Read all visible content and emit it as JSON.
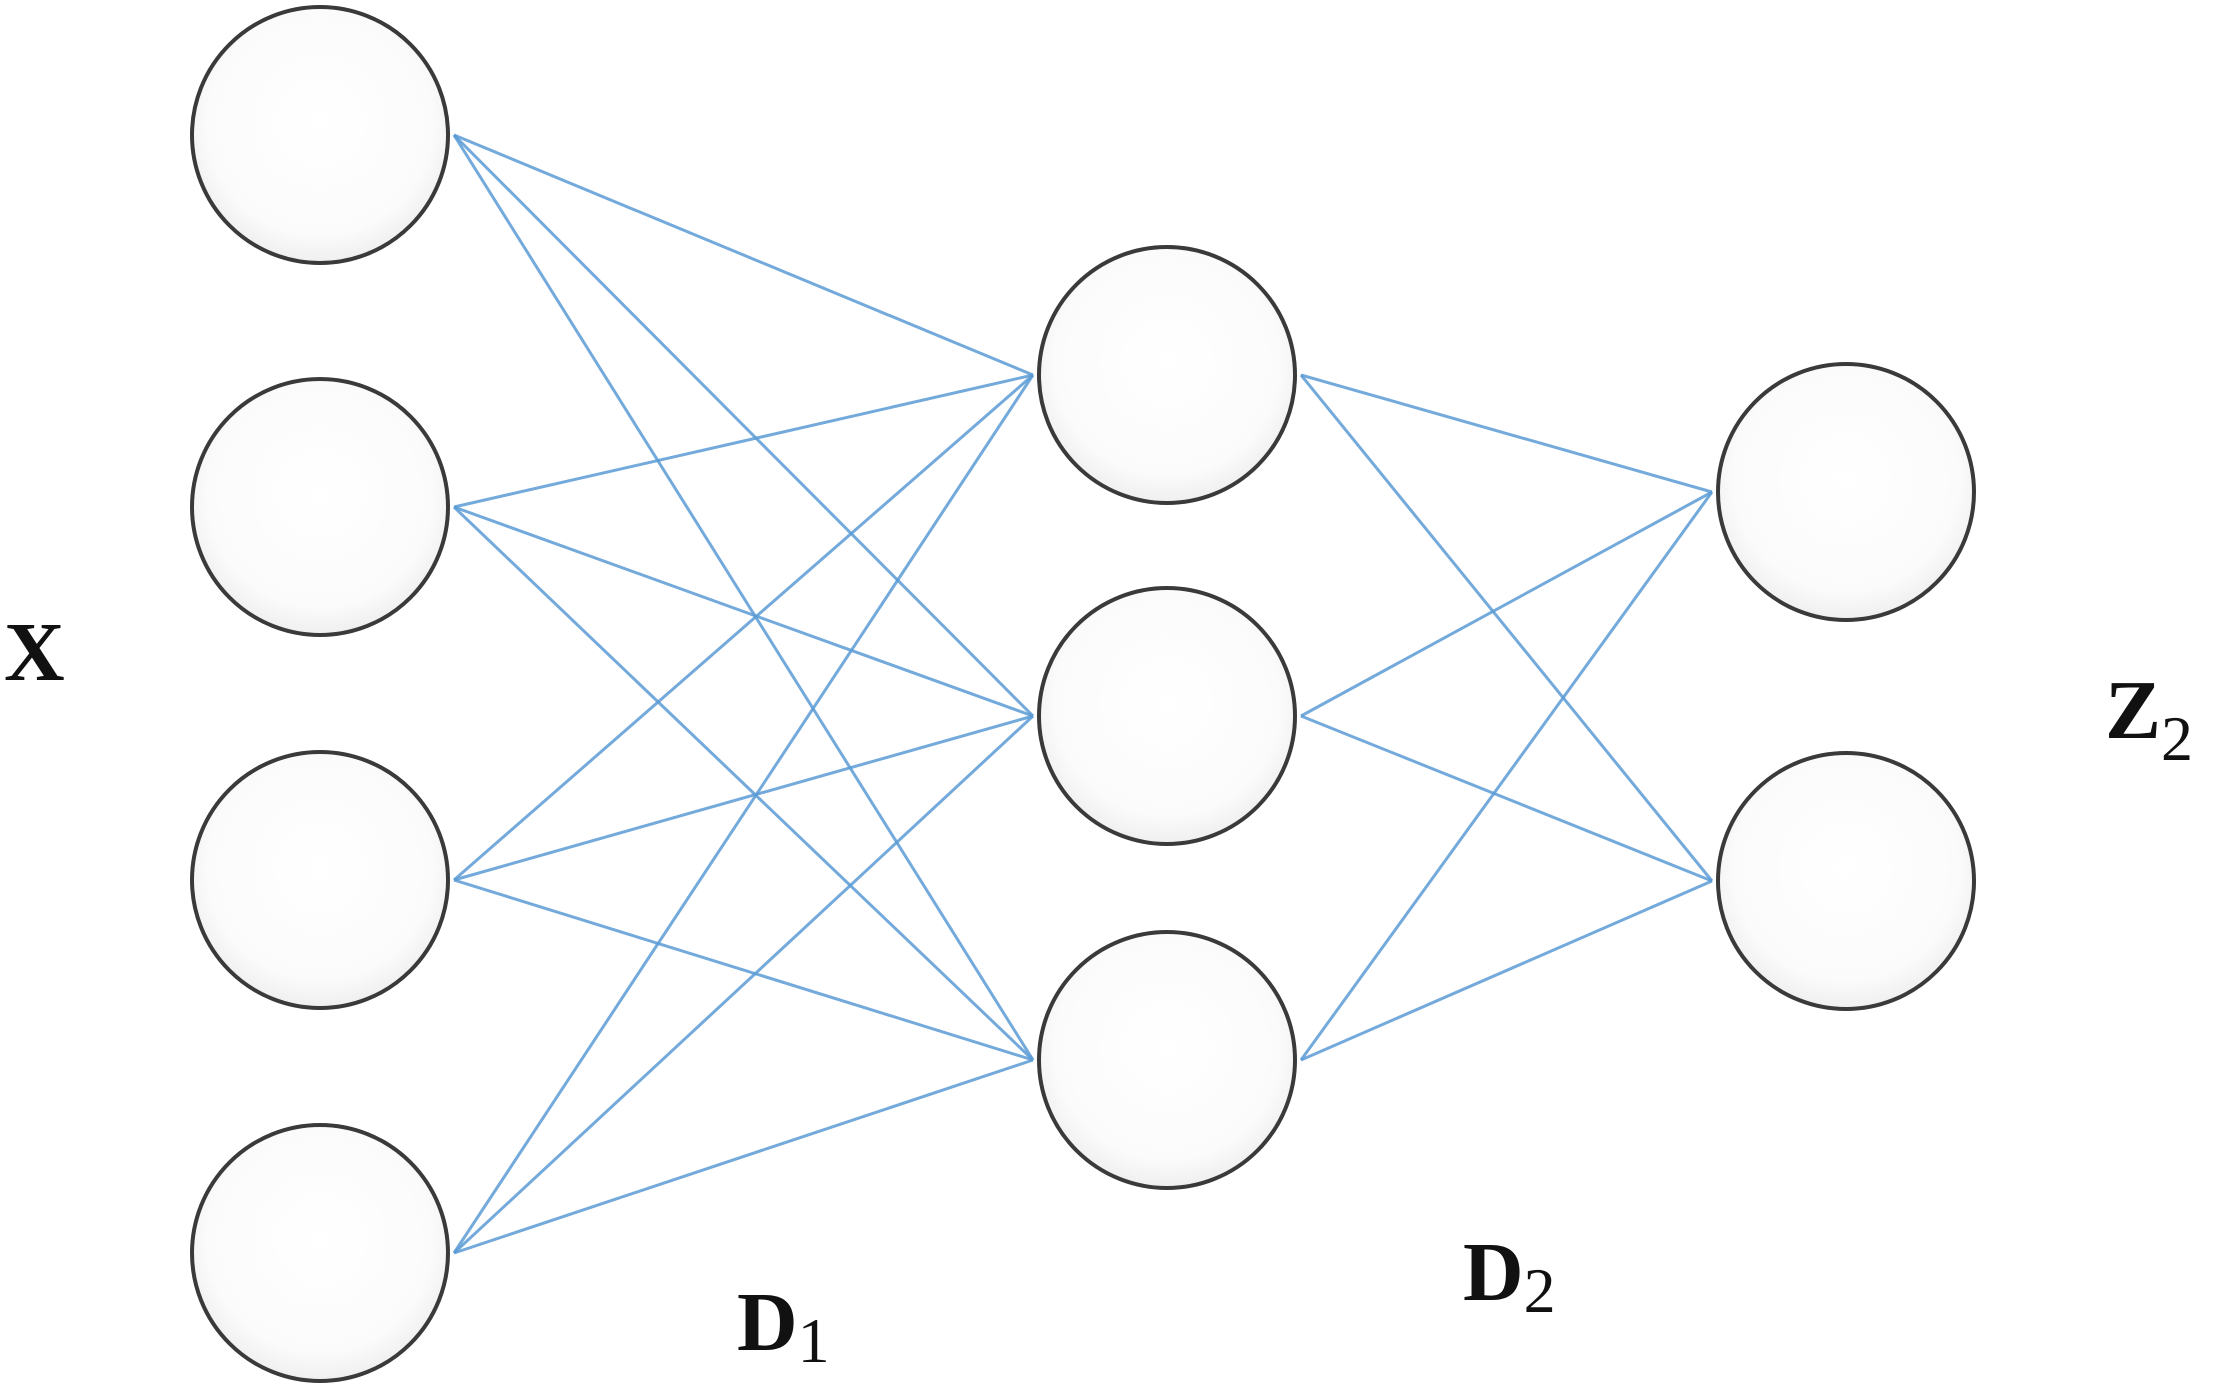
{
  "labels": {
    "input": "X",
    "weights1": {
      "main": "D",
      "sub": "1"
    },
    "weights2": {
      "main": "D",
      "sub": "2"
    },
    "output": {
      "main": "Z",
      "sub": "2"
    }
  },
  "layers": [
    {
      "name": "input",
      "nodes": 4
    },
    {
      "name": "hidden",
      "nodes": 3
    },
    {
      "name": "output",
      "nodes": 2
    }
  ],
  "colors": {
    "node_stroke": "#3a3a3a",
    "edge": "#5b9bd5",
    "label": "#111111"
  }
}
